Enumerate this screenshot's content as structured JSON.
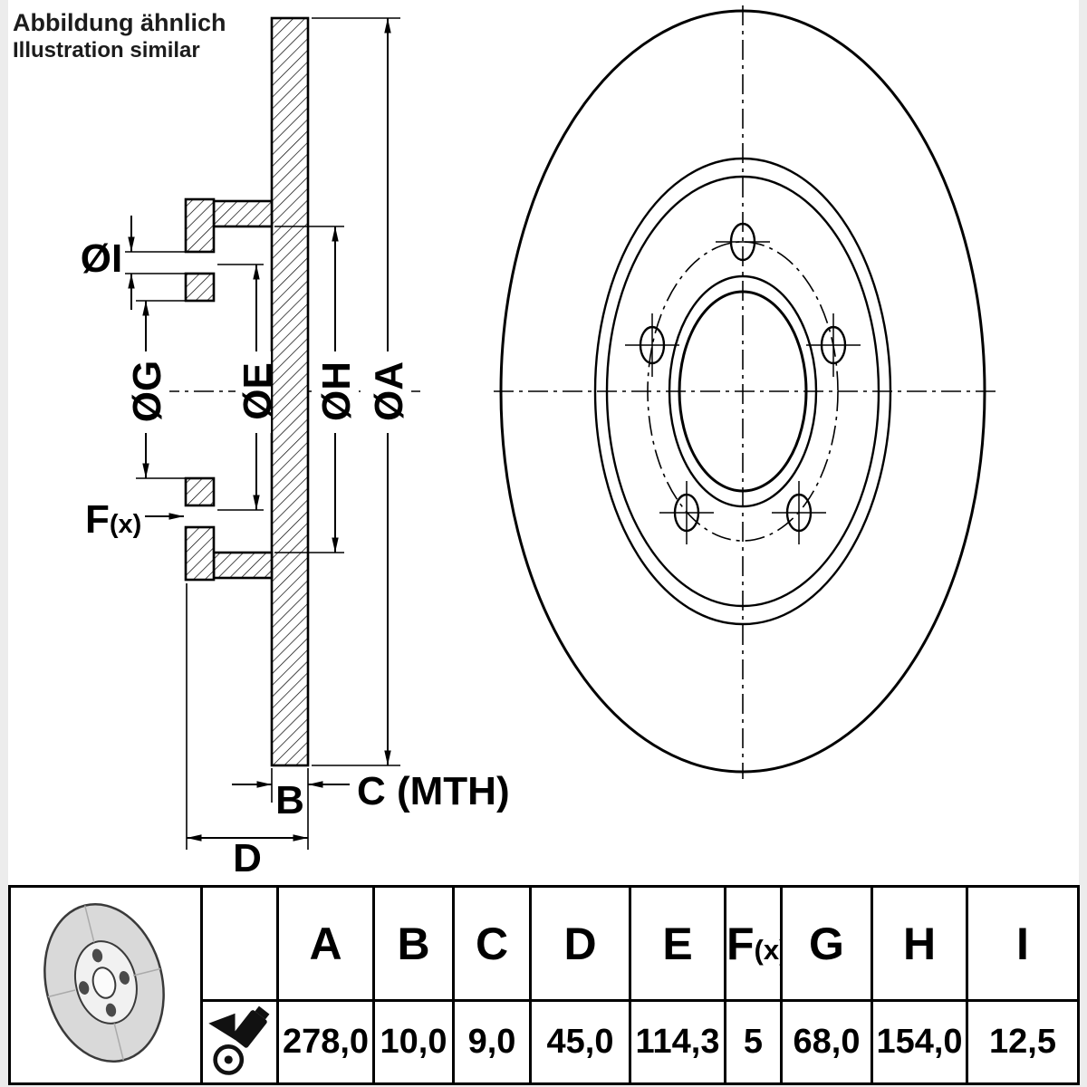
{
  "note": {
    "line1": "Abbildung ähnlich",
    "line2": "Illustration similar"
  },
  "colors": {
    "line": "#000000",
    "background": "#ffffff",
    "note_text": "#1c1c1c"
  },
  "drawing": {
    "labels": {
      "dia_i": "ØI",
      "dia_g": "ØG",
      "dia_e": "ØE",
      "dia_h": "ØH",
      "dia_a": "ØA",
      "f": "F",
      "f_sub": "(x)",
      "b": "B",
      "c": "C (MTH)",
      "d": "D"
    }
  },
  "table": {
    "headers": {
      "a": "A",
      "b": "B",
      "c": "C",
      "d": "D",
      "e": "E",
      "f": "F",
      "f_sub": "(x)",
      "g": "G",
      "h": "H",
      "i": "I"
    },
    "values": {
      "a": "278,0",
      "b": "10,0",
      "c": "9,0",
      "d": "45,0",
      "e": "114,3",
      "f": "5",
      "g": "68,0",
      "h": "154,0",
      "i": "12,5"
    },
    "icons": {
      "disc": "brake-disc-icon",
      "spray": "spray-can-icon"
    }
  }
}
